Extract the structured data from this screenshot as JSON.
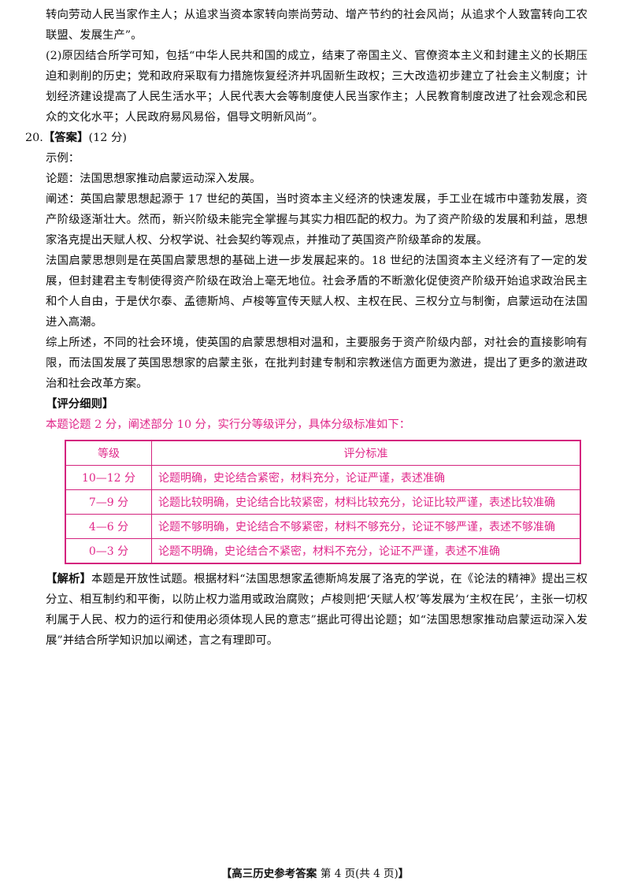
{
  "top_text": {
    "line1": "转向劳动人民当家作主人；从追求当资本家转向崇尚劳动、增产节约的社会风尚；从追求个人致富转向工农联盟、发展生产”。",
    "para2": "(2)原因结合所学可知，包括“中华人民共和国的成立，结束了帝国主义、官僚资本主义和封建主义的长期压迫和剥削的历史；党和政府采取有力措施恢复经济并巩固新生政权；三大改造初步建立了社会主义制度；计划经济建设提高了人民生活水平；人民代表大会等制度使人民当家作主；人民教育制度改进了社会观念和民众的文化水平；人民政府易风易俗，倡导文明新风尚”。"
  },
  "q20": {
    "number": "20.",
    "answer_tag": "【答案】",
    "score": "(12 分)",
    "example_label": "示例：",
    "thesis": "论题：法国思想家推动启蒙运动深入发展。",
    "para1": "阐述：英国启蒙思想起源于 17 世纪的英国，当时资本主义经济的快速发展，手工业在城市中蓬勃发展，资产阶级逐渐壮大。然而，新兴阶级未能完全掌握与其实力相匹配的权力。为了资产阶级的发展和利益，思想家洛克提出天赋人权、分权学说、社会契约等观点，并推动了英国资产阶级革命的发展。",
    "para2": "法国启蒙思想则是在英国启蒙思想的基础上进一步发展起来的。18 世纪的法国资本主义经济有了一定的发展，但封建君主专制使得资产阶级在政治上毫无地位。社会矛盾的不断激化促使资产阶级开始追求政治民主和个人自由，于是伏尔泰、孟德斯鸠、卢梭等宣传天赋人权、主权在民、三权分立与制衡，启蒙运动在法国进入高潮。",
    "para3": "综上所述，不同的社会环境，使英国的启蒙思想相对温和，主要服务于资产阶级内部，对社会的直接影响有限，而法国发展了英国思想家的启蒙主张，在批判封建专制和宗教迷信方面更为激进，提出了更多的激进政治和社会改革方案。",
    "rubric_tag": "【评分细则】",
    "rubric_intro": "本题论题 2 分，阐述部分 10 分，实行分等级评分，具体分级标准如下：",
    "table": {
      "headers": [
        "等级",
        "评分标准"
      ],
      "rows": [
        {
          "grade": "10—12 分",
          "standard": "论题明确，史论结合紧密，材料充分，论证严谨，表述准确"
        },
        {
          "grade": "7—9 分",
          "standard": "论题比较明确，史论结合比较紧密，材料比较充分，论证比较严谨，表述比较准确"
        },
        {
          "grade": "4—6 分",
          "standard": "论题不够明确，史论结合不够紧密，材料不够充分，论证不够严谨，表述不够准确"
        },
        {
          "grade": "0—3 分",
          "standard": "论题不明确，史论结合不紧密，材料不充分，论证不严谨，表述不准确"
        }
      ]
    },
    "analysis_tag": "【解析】",
    "analysis": "本题是开放性试题。根据材料“法国思想家孟德斯鸠发展了洛克的学说，在《论法的精神》提出三权分立、相互制约和平衡，以防止权力滥用或政治腐败；卢梭则把‘天赋人权’等发展为‘主权在民’，主张一切权利属于人民、权力的运行和使用必须体现人民的意志”据此可得出论题；如“法国思想家推动启蒙运动深入发展”并结合所学知识加以阐述，言之有理即可。"
  },
  "footer": {
    "title": "【高三历史参考答案",
    "page": "第 4 页(共 4 页)",
    "close": "】"
  }
}
